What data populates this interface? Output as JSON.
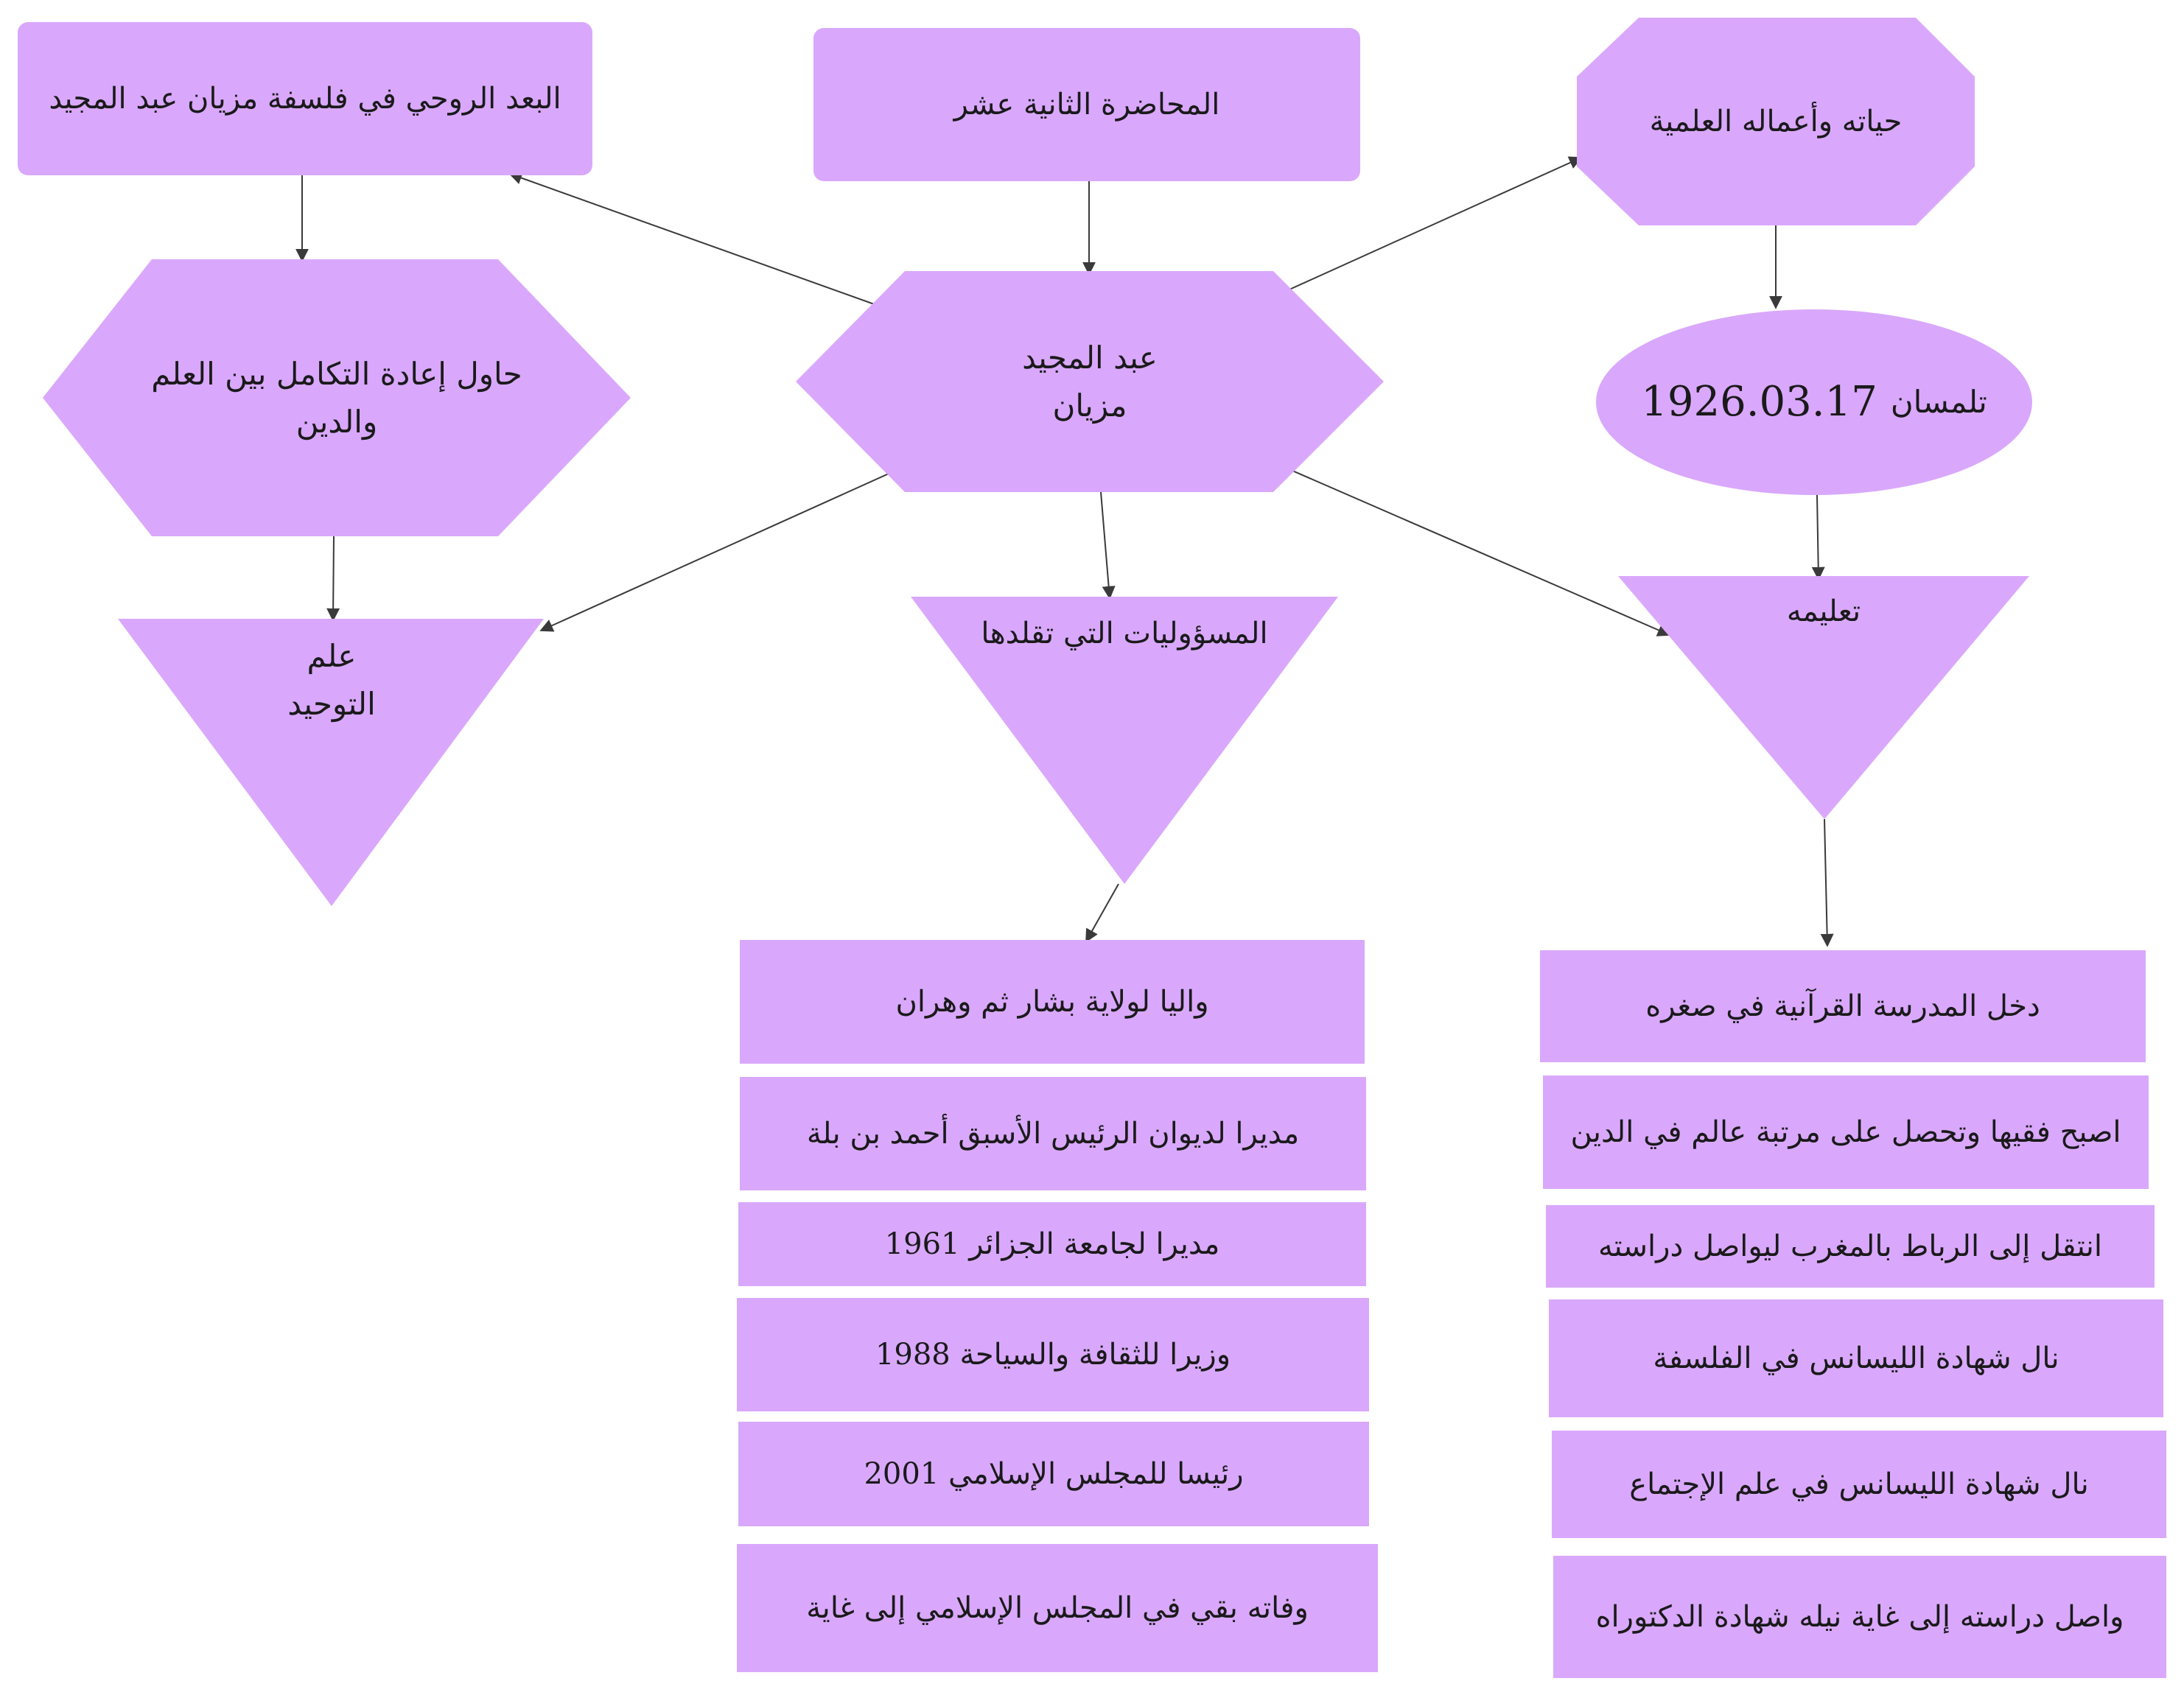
{
  "colors": {
    "node_fill": "#d9a8fc",
    "edge": "#3a3a3a",
    "background": "#ffffff"
  },
  "nodes": {
    "lecture_title": "المحاضرة  الثانية عشر",
    "spiritual_dimension": "البعد الروحي في فلسفة مزيان عبد المجيد",
    "life_and_works": "حياته وأعماله العلمية",
    "center_name_line1": "عبد المجيد",
    "center_name_line2": "مزيان",
    "integration_line1": "حاول إعادة التكامل بين العلم",
    "integration_line2": "والدين",
    "birth_place": "تلمسان",
    "birth_date": "1926.03.17",
    "tawhid_line1": "علم",
    "tawhid_line2": "التوحيد",
    "responsibilities": "المسؤوليات التي تقلدها",
    "education": "تعليمه"
  },
  "responsibilities_list": [
    "واليا لولاية بشار ثم وهران",
    "مديرا لديوان الرئيس الأسبق أحمد بن بلة",
    "مديرا لجامعة الجزائر 1961",
    "وزيرا للثقافة والسياحة 1988",
    "رئيسا للمجلس الإسلامي 2001",
    "وفاته بقي في المجلس الإسلامي إلى غاية"
  ],
  "education_list": [
    "دخل المدرسة القرآنية في صغره",
    "اصبح فقيها وتحصل على مرتبة عالم في الدين",
    "انتقل إلى  الرباط بالمغرب ليواصل دراسته",
    "نال شهادة الليسانس في الفلسفة",
    "نال شهادة الليسانس في علم  الإجتماع",
    "واصل دراسته إلى غاية نيله شهادة الدكتوراه"
  ]
}
